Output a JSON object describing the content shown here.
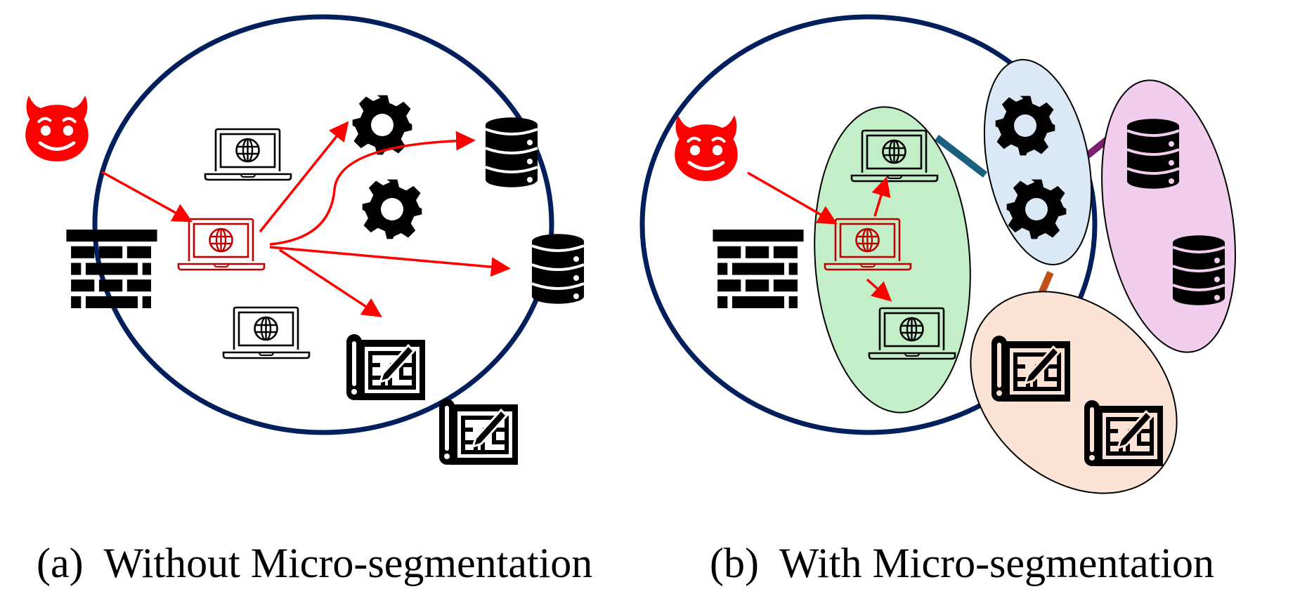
{
  "figure": {
    "panels": [
      {
        "id": "a",
        "caption": "(a)  Without Micro-segmentation",
        "segmented": false,
        "nodes": [
          "attacker",
          "firewall",
          "laptop",
          "laptop-compromised",
          "laptop",
          "gear",
          "gear",
          "database",
          "database",
          "blueprint",
          "blueprint"
        ],
        "attack_paths": [
          "attacker→laptop-compromised",
          "laptop-compromised→gear",
          "laptop-compromised→database",
          "laptop-compromised→database",
          "laptop-compromised→blueprint"
        ]
      },
      {
        "id": "b",
        "caption": "(b)  With Micro-segmentation",
        "segmented": true,
        "segments": [
          {
            "name": "laptops-segment",
            "members": [
              "laptop",
              "laptop-compromised",
              "laptop"
            ],
            "fill": "#c2efc8"
          },
          {
            "name": "services-segment",
            "members": [
              "gear",
              "gear"
            ],
            "fill": "#dbe8f6"
          },
          {
            "name": "databases-segment",
            "members": [
              "database",
              "database"
            ],
            "fill": "#f1cdee"
          },
          {
            "name": "blueprints-segment",
            "members": [
              "blueprint",
              "blueprint"
            ],
            "fill": "#fbe3d6"
          }
        ],
        "segment_links": [
          {
            "from": "laptops-segment",
            "to": "services-segment",
            "color": "#1a5f7e"
          },
          {
            "from": "services-segment",
            "to": "databases-segment",
            "color": "#7b2070"
          },
          {
            "from": "services-segment",
            "to": "blueprints-segment",
            "color": "#c05018"
          }
        ],
        "attack_paths": [
          "attacker→laptop-compromised",
          "laptop-compromised→laptop",
          "laptop-compromised→laptop"
        ]
      }
    ],
    "colors": {
      "perimeter": "#001f5c",
      "attack": "#ff0000",
      "attacker": "#ff0000",
      "compromised": "#c00000",
      "icon": "#000000"
    }
  }
}
